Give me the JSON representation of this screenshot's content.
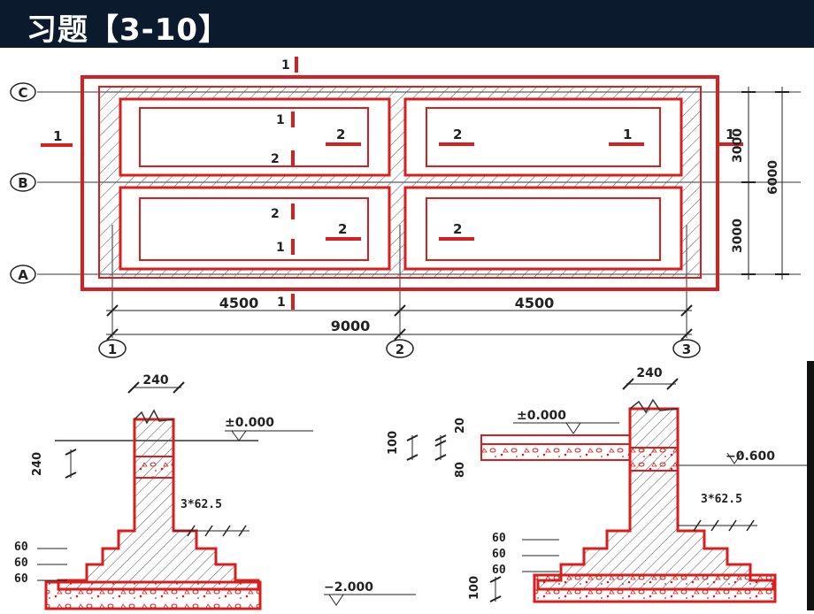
{
  "title": "习题【3-10】",
  "plan": {
    "axes_letters": [
      "C",
      "B",
      "A"
    ],
    "axes_numbers": [
      "1",
      "2",
      "3"
    ],
    "section_marks": {
      "one": "1",
      "two": "2"
    },
    "dims": {
      "left_bay": "4500",
      "right_bay": "4500",
      "total_width": "9000",
      "upper_span": "3000",
      "lower_span": "3000",
      "total_depth": "6000"
    }
  },
  "section1": {
    "wall_width": "240",
    "ground_level": "±0.000",
    "beam_height": "240",
    "step_label": "3*62.5",
    "step_heights": [
      "60",
      "60",
      "60"
    ],
    "bottom_level": "−2.000"
  },
  "section2": {
    "wall_width": "240",
    "floor_level": "±0.000",
    "outside_level": "−0.600",
    "dim_100_top": "100",
    "dim_20": "20",
    "dim_80": "80",
    "step_label": "3*62.5",
    "step_heights": [
      "60",
      "60",
      "60"
    ],
    "dim_100_bottom": "100"
  }
}
